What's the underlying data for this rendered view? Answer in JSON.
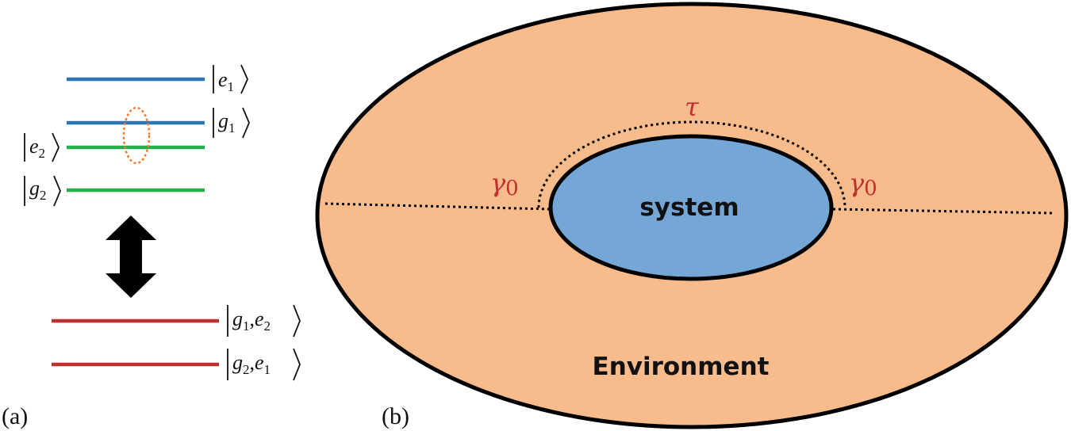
{
  "colors": {
    "level_1": "#2e75b6",
    "level_2": "#22b14c",
    "level_joint": "#c0302e",
    "coupling_loop": "#ed7d31",
    "environment_fill": "#f8bb8c",
    "system_fill": "#74a6d6",
    "outline": "#000000",
    "symbol_text": "#c0302e"
  },
  "panel_a": {
    "label": "(a)",
    "levels": [
      {
        "ket": "|e₁⟩",
        "letter": "e",
        "index": "1",
        "side": "right"
      },
      {
        "ket": "|g₁⟩",
        "letter": "g",
        "index": "1",
        "side": "right"
      },
      {
        "ket": "|e₂⟩",
        "letter": "e",
        "index": "2",
        "side": "left"
      },
      {
        "ket": "|g₂⟩",
        "letter": "g",
        "index": "2",
        "side": "left"
      }
    ],
    "joint_levels": [
      {
        "ket": "|g₁,e₂⟩",
        "first": "g",
        "first_index": "1",
        "second": "e",
        "second_index": "2"
      },
      {
        "ket": "|g₂,e₁⟩",
        "first": "g",
        "first_index": "2",
        "second": "e",
        "second_index": "1"
      }
    ],
    "arrow": "double-arrow-icon"
  },
  "panel_b": {
    "label": "(b)",
    "system_label": "system",
    "environment_label": "Environment",
    "delay_symbol": "τ",
    "coupling_symbol": "γ",
    "coupling_index": "0"
  }
}
